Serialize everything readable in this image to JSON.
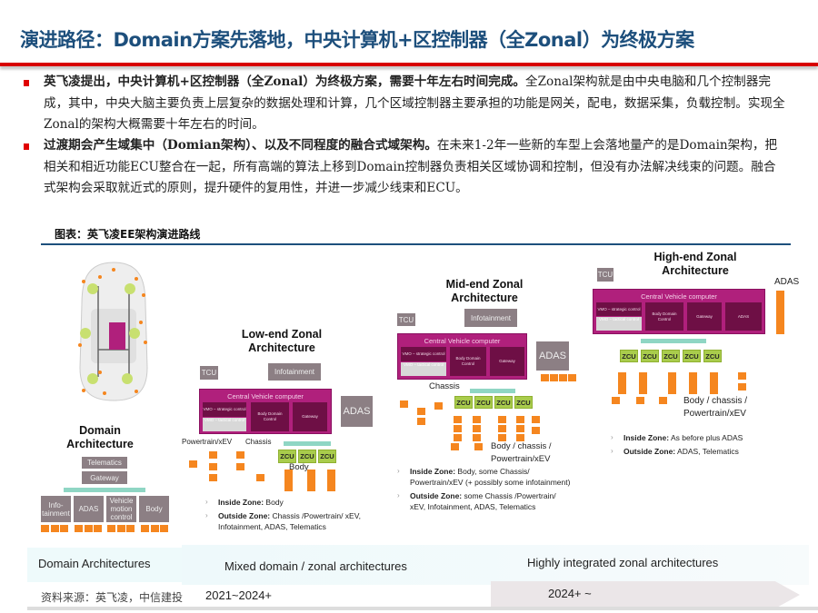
{
  "header": {
    "title": "演进路径：Domain方案先落地，中央计算机+区控制器（全Zonal）为终极方案"
  },
  "bullets": [
    {
      "bold": "英飞凌提出，中央计算机+区控制器（全Zonal）为终极方案，需要十年左右时间完成。",
      "text": "全Zonal架构就是由中央电脑和几个控制器完成，其中，中央大脑主要负责上层复杂的数据处理和计算，几个区域控制器主要承担的功能是网关，配电，数据采集，负载控制。实现全Zonal的架构大概需要十年左右的时间。"
    },
    {
      "bold": "过渡期会产生域集中（Domian架构）、以及不同程度的融合式域架构。",
      "text": "在未来1-2年一些新的车型上会落地量产的是Domain架构，把相关和相近功能ECU整合在一起，所有高端的算法上移到Domain控制器负责相关区域协调和控制，但没有办法解决线束的问题。融合式架构会采取就近式的原则，提升硬件的复用性，并进一步减少线束和ECU。"
    }
  ],
  "figure": {
    "caption": "图表：英飞凌EE架构演进路线",
    "domain": {
      "title1": "Domain",
      "title2": "Architecture",
      "telematics": "Telematics",
      "gateway": "Gateway",
      "domains": [
        "Info-tainment",
        "ADAS",
        "Vehicle motion control",
        "Body"
      ]
    },
    "common": {
      "tcu": "TCU",
      "infotainment": "Infotainment",
      "cvc": "Central Vehicle computer",
      "vmo1": "VMO – strategic control",
      "vmo2": "VMO – tactical control",
      "bdc": "Body Domain Control",
      "gateway": "Gateway",
      "adas": "ADAS",
      "zcu": "ZCU"
    },
    "low": {
      "title1": "Low-end Zonal",
      "title2": "Architecture",
      "powertrain": "Powertrain/xEV",
      "chassis": "Chassis",
      "body": "Body",
      "inside_label": "Inside Zone:",
      "inside": " Body",
      "outside_label": "Outside Zone:",
      "outside": " Chassis /Powertrain/ xEV, Infotainment, ADAS, Telematics"
    },
    "mid": {
      "title1": "Mid-end Zonal",
      "title2": "Architecture",
      "chassis": "Chassis",
      "zone_label1": "Body / chassis /",
      "zone_label2": "Powertrain/xEV",
      "inside_label": "Inside Zone:",
      "inside": " Body, some Chassis/ Powertrain/xEV (+ possibly some infotainment)",
      "outside_label": "Outside Zone:",
      "outside": " some Chassis /Powertrain/ xEV, Infotainment, ADAS, Telematics"
    },
    "high": {
      "title1": "High-end Zonal",
      "title2": "Architecture",
      "adas_label": "ADAS",
      "zone_label1": "Body / chassis /",
      "zone_label2": "Powertrain/xEV",
      "inside_label": "Inside Zone:",
      "inside": " As before plus ADAS",
      "outside_label": "Outside Zone:",
      "outside": " ADAS, Telematics"
    },
    "timeline": {
      "domain": "Domain Architectures",
      "mixed": "Mixed domain / zonal architectures",
      "highly": "Highly integrated zonal architectures",
      "period1": "2021~2024+",
      "period2": "2024+ ~"
    },
    "source": "资料来源：英飞凌，中信建投"
  },
  "colors": {
    "title": "#1d4f7c",
    "accent_red": "#d80000",
    "cvc": "#b0207c",
    "zcu": "#a9cc4c",
    "ecu": "#f5861f"
  }
}
